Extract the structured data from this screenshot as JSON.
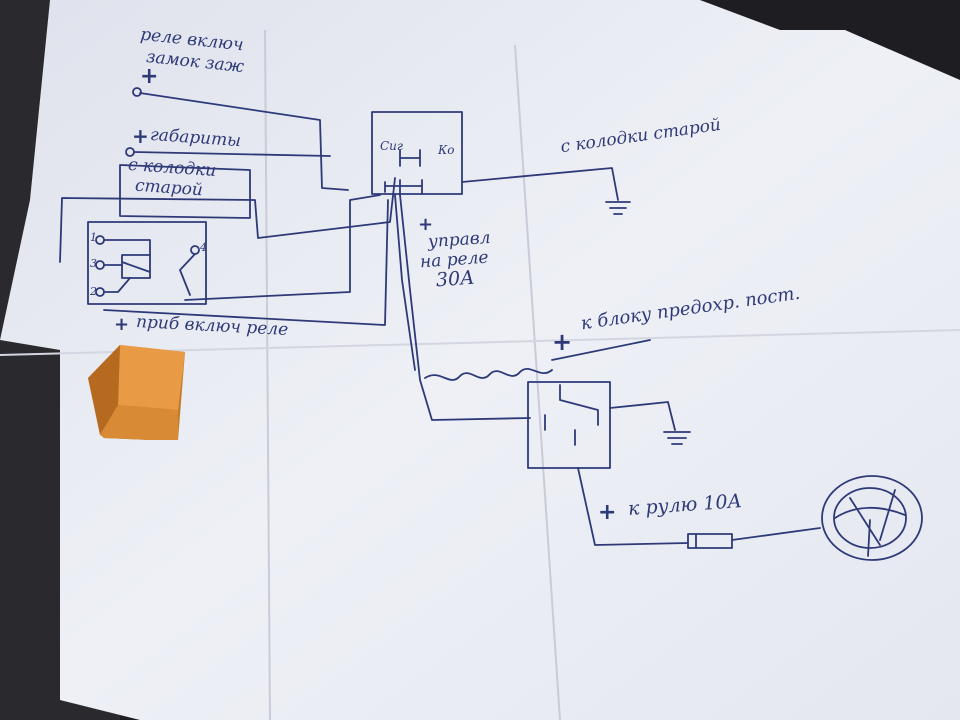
{
  "colors": {
    "paper": "#eef0f6",
    "ink": "#2e3a78",
    "background": "#1e1e22",
    "relay_body": "#e89b44"
  },
  "labels": {
    "ignition_relay": "реле включ",
    "ignition_lock": "замок заж",
    "plus_sign": "+",
    "parking_lights": "габариты",
    "from_stock_pad_left_1": "с колодки",
    "from_stock_pad_left_2": "старой",
    "relay_pin_sig": "Сиг",
    "relay_pin_ko": "Ко",
    "control_line_1": "управл",
    "control_line_2": "на реле",
    "control_line_3": "30А",
    "from_stock_pad_right": "с колодки старой",
    "to_fuse_box": "к блоку предохр. пост.",
    "ignition_relay_plus": "приб включ реле",
    "to_wheel": "к рулю 10А",
    "relay_pin_1": "1",
    "relay_pin_2": "2",
    "relay_pin_3": "3",
    "relay_pin_4": "4"
  },
  "icons": {
    "relay": "orange-relay-icon",
    "steering_wheel": "steering-wheel-icon",
    "ground": "ground-symbol-icon",
    "fuse": "fuse-icon"
  }
}
